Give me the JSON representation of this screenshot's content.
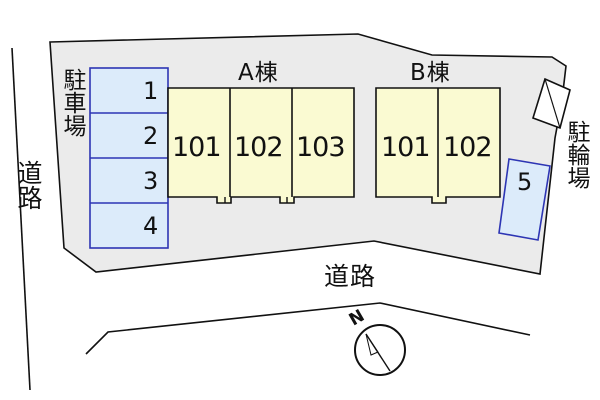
{
  "colors": {
    "lot_fill": "#ebebeb",
    "building_fill": "#fafad2",
    "parking_fill": "#dcebfa",
    "parking_border": "#2d35b4",
    "line": "#111111"
  },
  "road_labels": {
    "left": "道路",
    "bottom": "道路"
  },
  "parking_label": "駐車場",
  "bicycle_label": "駐輪場",
  "parking_slots": [
    "1",
    "2",
    "3",
    "4",
    "5"
  ],
  "buildings": [
    {
      "name": "A棟",
      "units": [
        "101",
        "102",
        "103"
      ]
    },
    {
      "name": "B棟",
      "units": [
        "101",
        "102"
      ]
    }
  ],
  "compass_label": "N",
  "icons": {
    "compass": "compass-icon",
    "shed": "bicycle-shed-icon"
  }
}
